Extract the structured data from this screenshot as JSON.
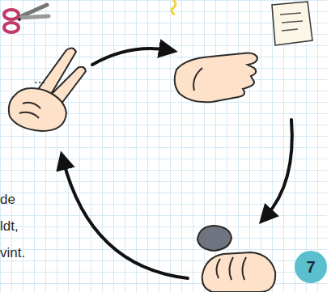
{
  "diagram": {
    "nodes": [
      {
        "text": [
          "7"
        ]
      }
    ],
    "labels": [
      "...",
      "de",
      "ldt,",
      "vint."
    ]
  }
}
